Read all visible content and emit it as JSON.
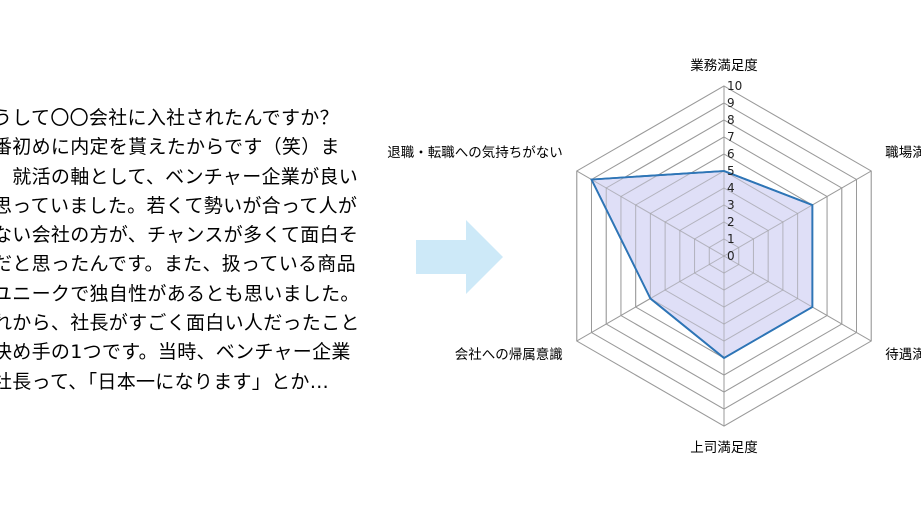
{
  "body_text": {
    "lines": [
      "うして〇〇会社に入社されたんですか？",
      "番初めに内定を貰えたからです（笑）ま",
      "、就活の軸として、ベンチャー企業が良い",
      "思っていました。若くて勢いが合って人が",
      "ない会社の方が、チャンスが多くて面白そ",
      "だと思ったんです。また、扱っている商品",
      "ユニークで独自性があるとも思いました。",
      "れから、社長がすごく面白い人だったこと",
      "決め手の1つです。当時、ベンチャー企業",
      "社長って、「日本一になります」とか…"
    ]
  },
  "arrow": {
    "color": "#cde9f8"
  },
  "chart_data": {
    "type": "radar",
    "axes": [
      "業務満足度",
      "職場満足度",
      "待遇満足度",
      "上司満足度",
      "会社への帰属意識",
      "退職・転職への気持ちがない"
    ],
    "scale_ticks": [
      "0",
      "1",
      "2",
      "3",
      "4",
      "5",
      "6",
      "7",
      "8",
      "9",
      "10"
    ],
    "range": [
      0,
      10
    ],
    "values": [
      5,
      6,
      6,
      6,
      5,
      9
    ],
    "grid": true,
    "colors": {
      "fill": "#d9d9f6",
      "line": "#2e75b6",
      "grid": "#9a9a9a"
    }
  }
}
